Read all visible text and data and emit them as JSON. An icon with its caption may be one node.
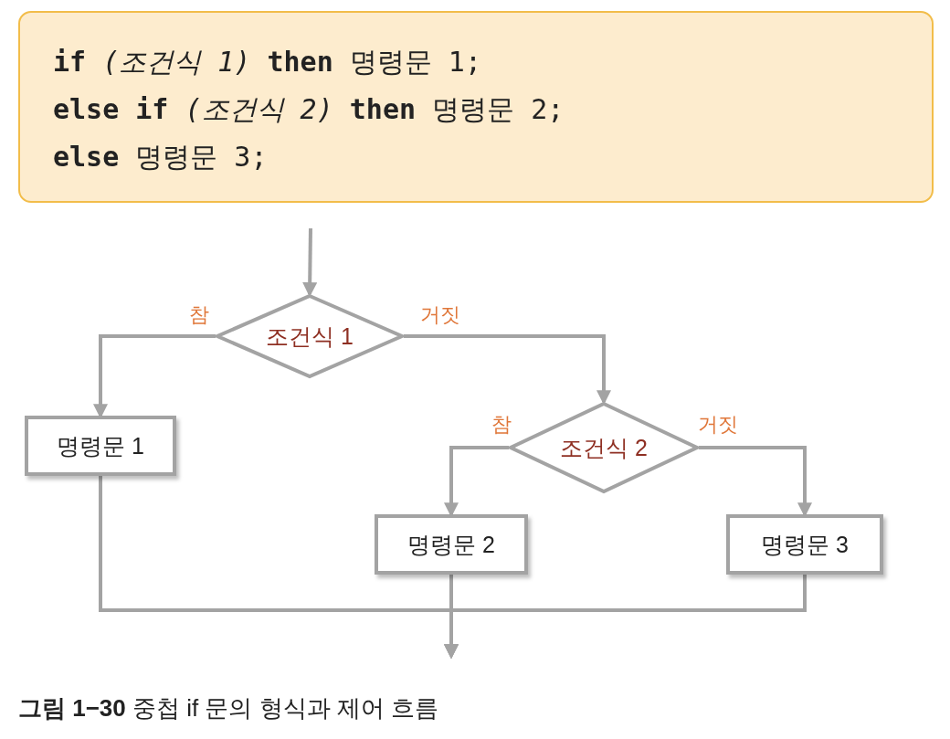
{
  "diagram": {
    "caption": "**그림 1−30** 중첩 if 문의 형식과 제어 흐름",
    "nodes": [
      {
        "text": [
          "**if** *(조건식 1)* **then** 명령문 1;",
          "**else if** *(조건식 2)* **then** 명령문 2;",
          "**else** 명령문 3;"
        ]
      },
      {
        "text": [
          "조건식 1"
        ]
      },
      {
        "text": [
          "명령문 1"
        ]
      },
      {
        "text": [
          "조건식 2"
        ]
      },
      {
        "text": [
          "명령문 2"
        ]
      },
      {
        "text": [
          "명령문 3"
        ]
      }
    ],
    "edges": [
      {
        "from": null,
        "to": 1,
        "arrow": "to"
      },
      {
        "from": 1,
        "to": 2,
        "arrow": "to",
        "label": "참"
      },
      {
        "from": 1,
        "to": 3,
        "arrow": "to",
        "label": "거짓"
      },
      {
        "from": 3,
        "to": 4,
        "arrow": "to",
        "label": "참"
      },
      {
        "from": 3,
        "to": 5,
        "arrow": "to",
        "label": "거짓"
      },
      {
        "from": 2,
        "to": null,
        "arrow": "to"
      },
      {
        "from": 4,
        "to": null,
        "arrow": "to"
      },
      {
        "from": 5,
        "to": null,
        "arrow": "to"
      }
    ]
  }
}
